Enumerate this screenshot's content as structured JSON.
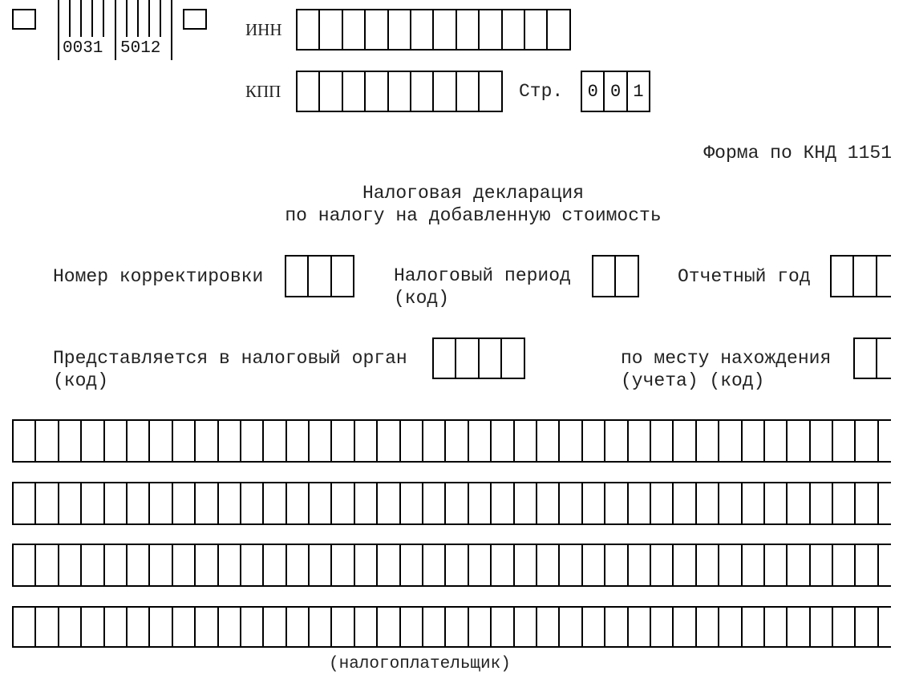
{
  "barcode": {
    "left_digits": "0031",
    "right_digits": "5012"
  },
  "header": {
    "inn_label": "ИНН",
    "kpp_label": "КПП",
    "page_label": "Стр.",
    "page_digits": [
      "0",
      "0",
      "1"
    ]
  },
  "form_code": "Форма по КНД 1151",
  "title": {
    "line1": "Налоговая декларация",
    "line2": "по налогу на добавленную стоимость"
  },
  "fields": {
    "correction_number": "Номер корректировки",
    "tax_period": "Налоговый период",
    "tax_period_sub": "(код)",
    "report_year": "Отчетный год",
    "tax_authority": "Представляется в налоговый орган",
    "tax_authority_sub": "(код)",
    "location": "по месту нахождения",
    "location_sub": "(учета) (код)"
  },
  "taxpayer_caption": "(налогоплательщик)"
}
